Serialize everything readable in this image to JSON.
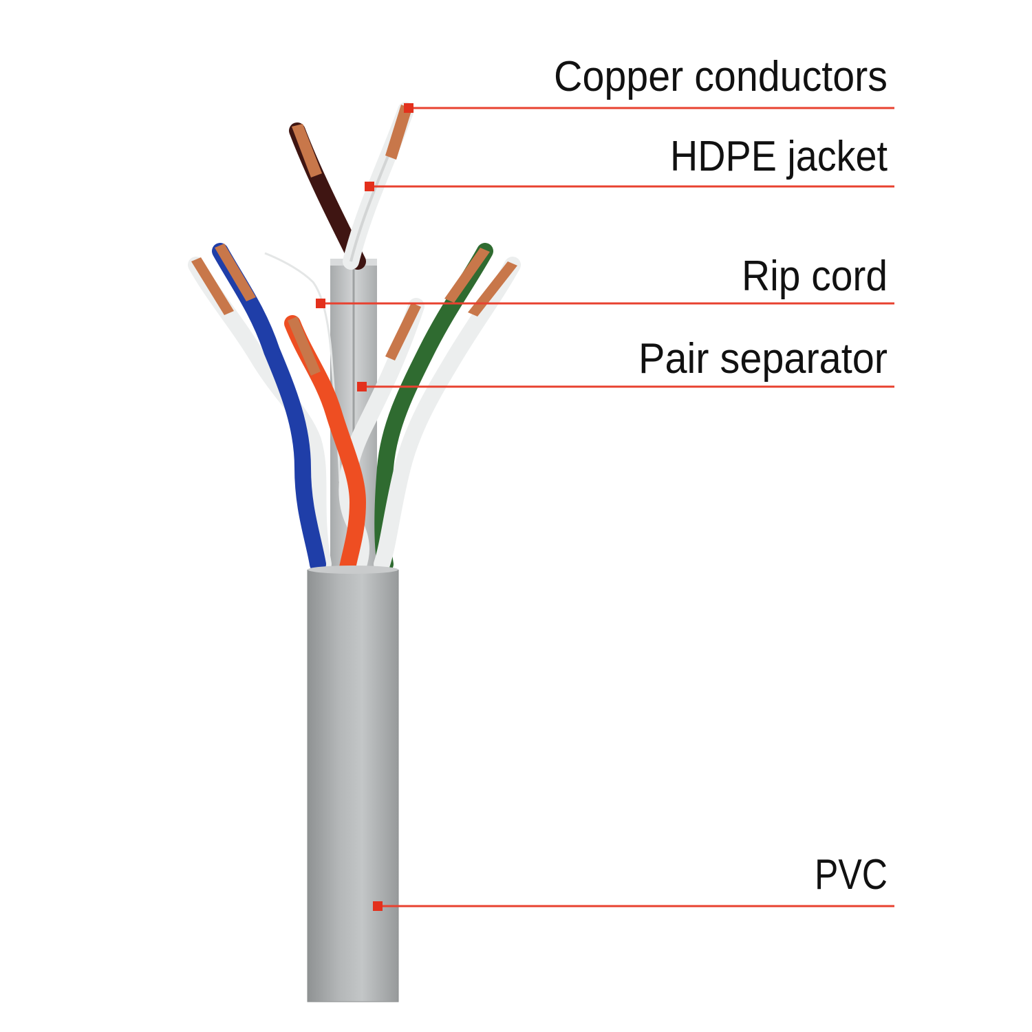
{
  "diagram": {
    "colors": {
      "background": "#ffffff",
      "callout_line": "#e8412f",
      "callout_marker": "#e3301c",
      "label_text": "#111111",
      "outer_sheath": "#a9acad",
      "inner_core": "#bcbfc0",
      "copper": "#c8774a",
      "wire_brown": "#3f1512",
      "wire_white": "#eceeee",
      "wire_blue": "#1f3ea8",
      "wire_orange": "#ee4e22",
      "wire_green": "#2f6b30"
    },
    "callouts": [
      {
        "id": "copper-conductors",
        "label": "Copper conductors"
      },
      {
        "id": "hdpe-jacket",
        "label": "HDPE jacket"
      },
      {
        "id": "rip-cord",
        "label": "Rip cord"
      },
      {
        "id": "pair-separator",
        "label": "Pair separator"
      },
      {
        "id": "pvc",
        "label": "PVC"
      }
    ]
  }
}
